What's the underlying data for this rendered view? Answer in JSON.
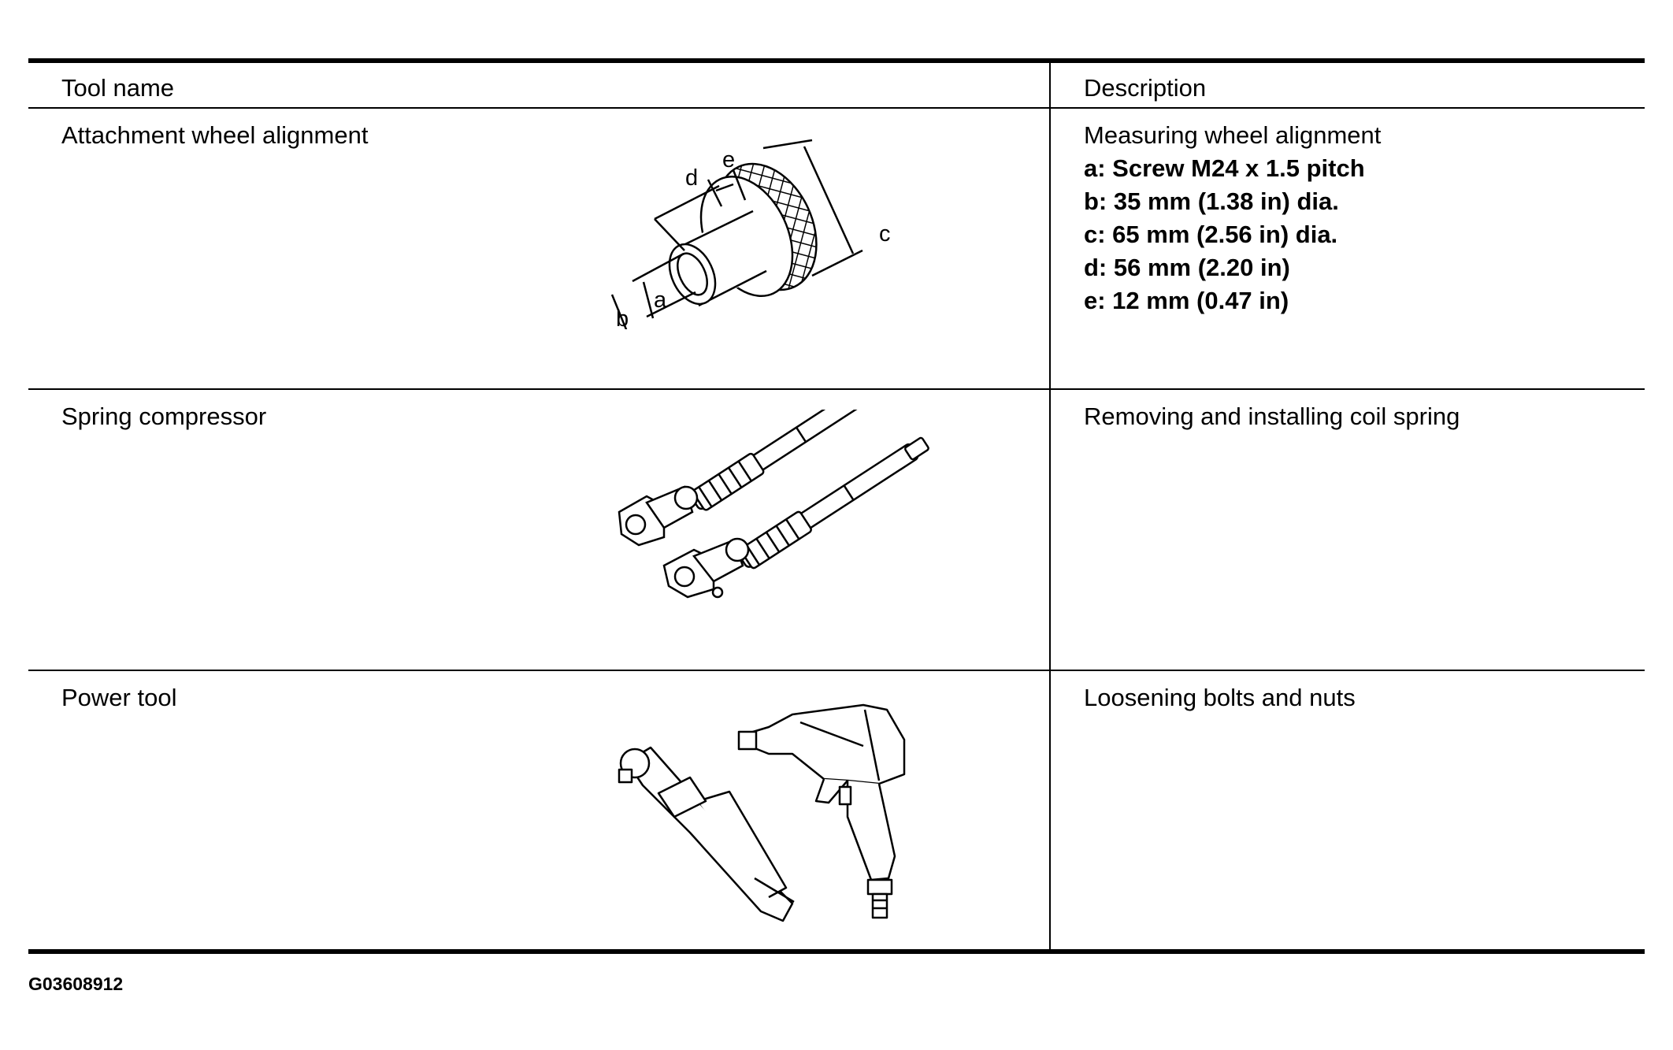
{
  "table": {
    "header": {
      "tool_name": "Tool name",
      "description": "Description"
    },
    "rows": [
      {
        "name": "Attachment wheel alignment",
        "description": "Measuring wheel alignment",
        "specs": [
          "a: Screw M24 x 1.5 pitch",
          "b: 35 mm (1.38 in) dia.",
          "c: 65 mm (2.56 in) dia.",
          "d: 56 mm (2.20 in)",
          "e: 12 mm (0.47 in)"
        ],
        "figure_labels": {
          "a": "a",
          "b": "b",
          "c": "c",
          "d": "d",
          "e": "e"
        }
      },
      {
        "name": "Spring compressor",
        "description": "Removing and installing coil spring"
      },
      {
        "name": "Power tool",
        "description": "Loosening bolts and nuts"
      }
    ]
  },
  "figure_code": "G03608912"
}
